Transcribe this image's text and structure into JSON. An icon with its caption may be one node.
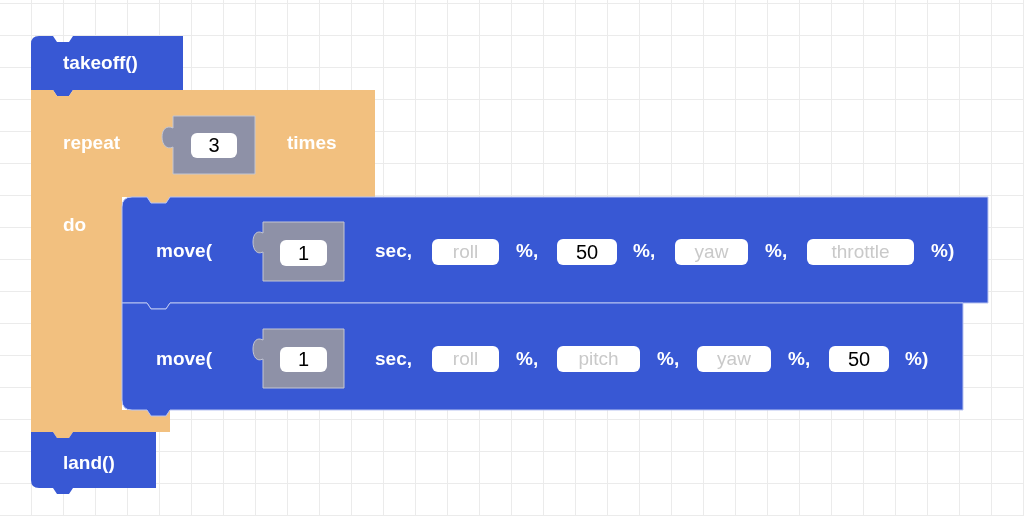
{
  "diagram": {
    "nodes": [
      {
        "text": [
          "takeoff()"
        ]
      },
      {
        "text": [
          "repeat",
          "times",
          "do"
        ]
      },
      {
        "text": [
          "3"
        ],
        "in": 1
      },
      {
        "text": [
          "move(",
          "sec,",
          "roll",
          "%,",
          "50",
          "%,",
          "yaw",
          "%,",
          "throttle",
          "%)"
        ]
      },
      {
        "text": [
          "1"
        ],
        "in": 3
      },
      {
        "text": [
          "move(",
          "sec,",
          "roll",
          "%,",
          "pitch",
          "%,",
          "yaw",
          "%,",
          "50",
          "%)"
        ]
      },
      {
        "text": [
          "1"
        ],
        "in": 5
      },
      {
        "text": [
          "land()"
        ]
      }
    ]
  }
}
